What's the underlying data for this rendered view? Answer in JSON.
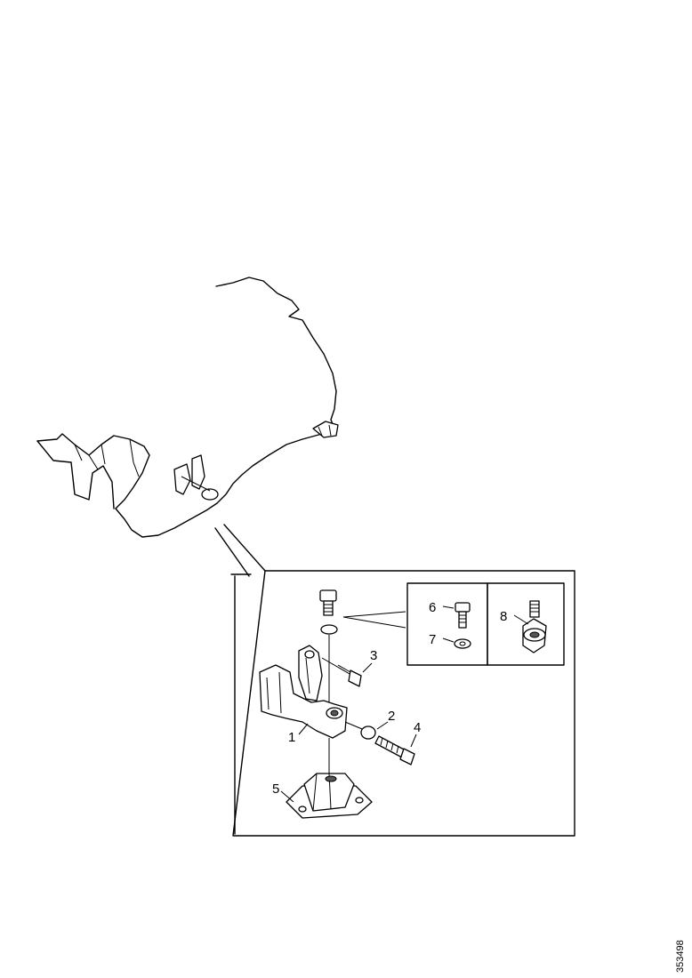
{
  "callouts": {
    "c1": "1",
    "c2": "2",
    "c3": "3",
    "c4": "4",
    "c5": "5",
    "c6": "6",
    "c7": "7",
    "c8": "8"
  },
  "document_number": "353498"
}
